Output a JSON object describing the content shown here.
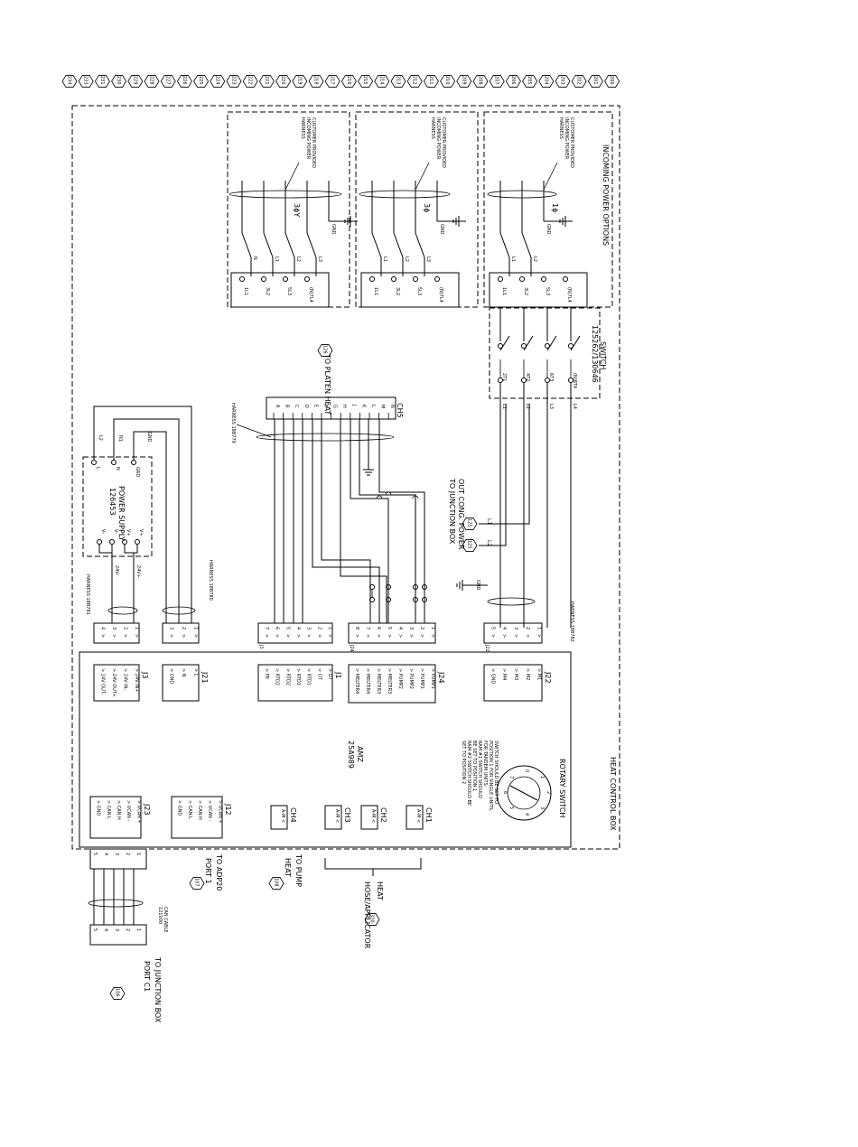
{
  "ref_numbers": [
    "234",
    "233",
    "231",
    "230",
    "229",
    "228",
    "227",
    "226",
    "225",
    "224",
    "223",
    "222",
    "221",
    "220",
    "219",
    "218",
    "217",
    "216",
    "215",
    "214",
    "213",
    "212",
    "211",
    "210",
    "209",
    "208",
    "207",
    "206",
    "205",
    "204",
    "203",
    "202",
    "201",
    "200"
  ],
  "enclosure": {
    "label": "HEAT CONTROL BOX"
  },
  "power_options": {
    "title": "INCOMING POWER OPTIONS",
    "harness_label": "CUSTOMER PROVIDED INCOMING POWER HARNESS",
    "gnd": "GND",
    "options": [
      {
        "phase": "1ϕ",
        "lines": [
          "L1",
          "L2"
        ],
        "terminals": [
          "1L1",
          "3L2",
          "5L3",
          "(N)7L4"
        ]
      },
      {
        "phase": "3ϕ",
        "lines": [
          "L1",
          "L2",
          "L3"
        ],
        "terminals": [
          "1L1",
          "3L2",
          "5L3",
          "(N)7L4"
        ]
      },
      {
        "phase": "3ϕY",
        "lines": [
          "N",
          "L1",
          "L2",
          "L3"
        ],
        "terminals": [
          "1L1",
          "3L2",
          "5L3",
          "(N)7L4"
        ]
      }
    ]
  },
  "switch": {
    "title": "SWITCH",
    "part": "125262/130646",
    "terminals": [
      "2T1",
      "4T2",
      "6T3",
      "(N)8T4"
    ],
    "outputs": [
      "L1",
      "L2",
      "L3",
      "L4"
    ]
  },
  "ch5": {
    "label": "CH5",
    "pins": [
      "A",
      "B",
      "C",
      "D",
      "E",
      "F",
      "G",
      "H",
      "J",
      "K",
      "L",
      "M",
      "N"
    ],
    "harness": "HARNESS 18B779"
  },
  "platen": {
    "label": "TO PLATEN HEAT",
    "ref": "126"
  },
  "out_power": {
    "label": "OUT CONG. POWER TO JUNCTION BOX",
    "l1": "L1",
    "l2": "L2",
    "ref1": "125",
    "ref2": "125",
    "gnd": "GND"
  },
  "power_supply": {
    "title": "POWER SUPPLY",
    "part": "126453",
    "inputs": [
      "L",
      "N",
      "GRD"
    ],
    "wires": [
      "L2",
      "N1",
      "GND"
    ],
    "outputs": [
      "V-",
      "V-",
      "V+",
      "V+"
    ],
    "v24m": "24V-",
    "v24p": "24V+"
  },
  "harnesses": {
    "h781": "HARNESS 18B781",
    "h780": "HARNESS 18B780",
    "h782": "HARNESS 18B782"
  },
  "plugs": {
    "j3p": {
      "pins": [
        "1",
        "2",
        "3",
        "4"
      ]
    },
    "j21p": {
      "pins": [
        "1",
        "2",
        "3"
      ]
    },
    "j1p": {
      "label": "J1",
      "pins": [
        "1",
        "2",
        "3",
        "4",
        "5",
        "6",
        "7"
      ]
    },
    "j24p": {
      "label": "J24",
      "pins": [
        "1",
        "2",
        "3",
        "4",
        "5",
        "6",
        "7",
        "8"
      ]
    },
    "j22p": {
      "label": "J22",
      "pins": [
        "1",
        "2",
        "3",
        "4",
        "5"
      ]
    }
  },
  "amz": {
    "title": "AMZ",
    "part": "25A989",
    "j3": {
      "label": "J3",
      "pins": [
        "24V IN+",
        "24V IN-",
        "24V OUT+",
        "24V OUT-"
      ]
    },
    "j21": {
      "label": "J21",
      "pins": [
        "L",
        "N",
        "GND"
      ]
    },
    "j1": {
      "label": "J1",
      "pins": [
        "OT",
        "OT",
        "RTD1",
        "RTD1",
        "RTD2",
        "RTD2",
        "PE"
      ]
    },
    "j24": {
      "label": "J24",
      "pins": [
        "PUMP1",
        "PUMP1",
        "PUMP2",
        "PUMP2",
        "MELTER3",
        "MELTER3",
        "MELTER4",
        "MELTER4"
      ]
    },
    "j22": {
      "label": "J22",
      "pins": [
        "M1",
        "M2",
        "M3",
        "M4",
        "GND"
      ]
    },
    "j23": {
      "label": "J23",
      "pins": [
        "VCAN +",
        "VCAN -",
        "CAN H",
        "CAN L",
        "GND"
      ]
    },
    "j12": {
      "label": "J12",
      "pins": [
        "VCAN +",
        "VCAN -",
        "CAN H",
        "CAN L",
        "GND"
      ]
    },
    "channels": [
      {
        "label": "CH4",
        "pins": "A-M <"
      },
      {
        "label": "CH3",
        "pins": "A-M <"
      },
      {
        "label": "CH2",
        "pins": "A-M <"
      },
      {
        "label": "CH1",
        "pins": "A-M <"
      }
    ],
    "rotary": {
      "title": "ROTARY SWITCH",
      "notes": [
        "SWITCH SHOULD BE SET TO",
        "POSITION 1 FOR SINGLE UNITS.",
        "FOR TANDEM UNITS:",
        "RAM #1 SWITCH SHOULD",
        "BE SET TO POSITION 1",
        "RAM #2 SWITCH SHOULD BE",
        "SET TO POSITION 2"
      ],
      "digits": [
        "0",
        "1",
        "2",
        "3",
        "4",
        "5",
        "6",
        "7"
      ]
    }
  },
  "bottom": {
    "adp": {
      "label": "TO ADP20 PORT 1",
      "ref": "107"
    },
    "pump": {
      "label": "TO PUMP HEAT",
      "ref": "108"
    },
    "hose": {
      "label": "HOSE/APPLICATOR HEAT",
      "ref": "320"
    },
    "can": {
      "label": "CAN CABLE",
      "part": "121000"
    },
    "jb": {
      "label": "TO JUNCTION BOX PORT C1",
      "ref": "106"
    },
    "plug_pins": [
      "1",
      "2",
      "3",
      "4",
      "5"
    ]
  }
}
